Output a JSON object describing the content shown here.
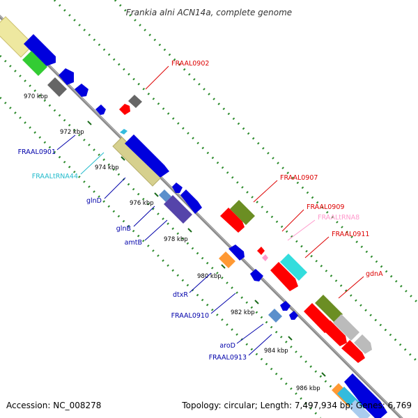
{
  "title": "Frankia alni ACN14a, complete genome",
  "footer": {
    "accession": "Accession: NC_008278",
    "stats": "Topology: circular; Length: 7,497,934 bp; Genes: 6,769"
  },
  "colors": {
    "backbone": "#888888",
    "dots": "#2a8a2a",
    "label_red": "#dd0000",
    "label_blue": "#0000aa",
    "label_cyan": "#22bbcc",
    "label_pink": "#ff99cc"
  },
  "ticks": [
    {
      "label": "970 kbp"
    },
    {
      "label": "972 kbp"
    },
    {
      "label": "974 kbp"
    },
    {
      "label": "976 kbp"
    },
    {
      "label": "978 kbp"
    },
    {
      "label": "980 kbp"
    },
    {
      "label": "982 kbp"
    },
    {
      "label": "984 kbp"
    },
    {
      "label": "986 kbp"
    }
  ],
  "gene_labels": [
    {
      "text": "FRAAL0902",
      "color": "#dd0000"
    },
    {
      "text": "FRAAL0901",
      "color": "#0000aa"
    },
    {
      "text": "FRAALtRNA44",
      "color": "#22bbcc"
    },
    {
      "text": "glnD",
      "color": "#0000aa"
    },
    {
      "text": "glnB",
      "color": "#0000aa"
    },
    {
      "text": "amtB",
      "color": "#0000aa"
    },
    {
      "text": "FRAAL0907",
      "color": "#dd0000"
    },
    {
      "text": "FRAAL0909",
      "color": "#dd0000"
    },
    {
      "text": "FRAALtRNA8",
      "color": "#ff99cc"
    },
    {
      "text": "FRAAL0911",
      "color": "#dd0000"
    },
    {
      "text": "gdnA",
      "color": "#dd0000"
    },
    {
      "text": "dtxR",
      "color": "#0000aa"
    },
    {
      "text": "FRAAL0910",
      "color": "#0000aa"
    },
    {
      "text": "aroD",
      "color": "#0000aa"
    },
    {
      "text": "FRAAL0913",
      "color": "#0000aa"
    }
  ]
}
